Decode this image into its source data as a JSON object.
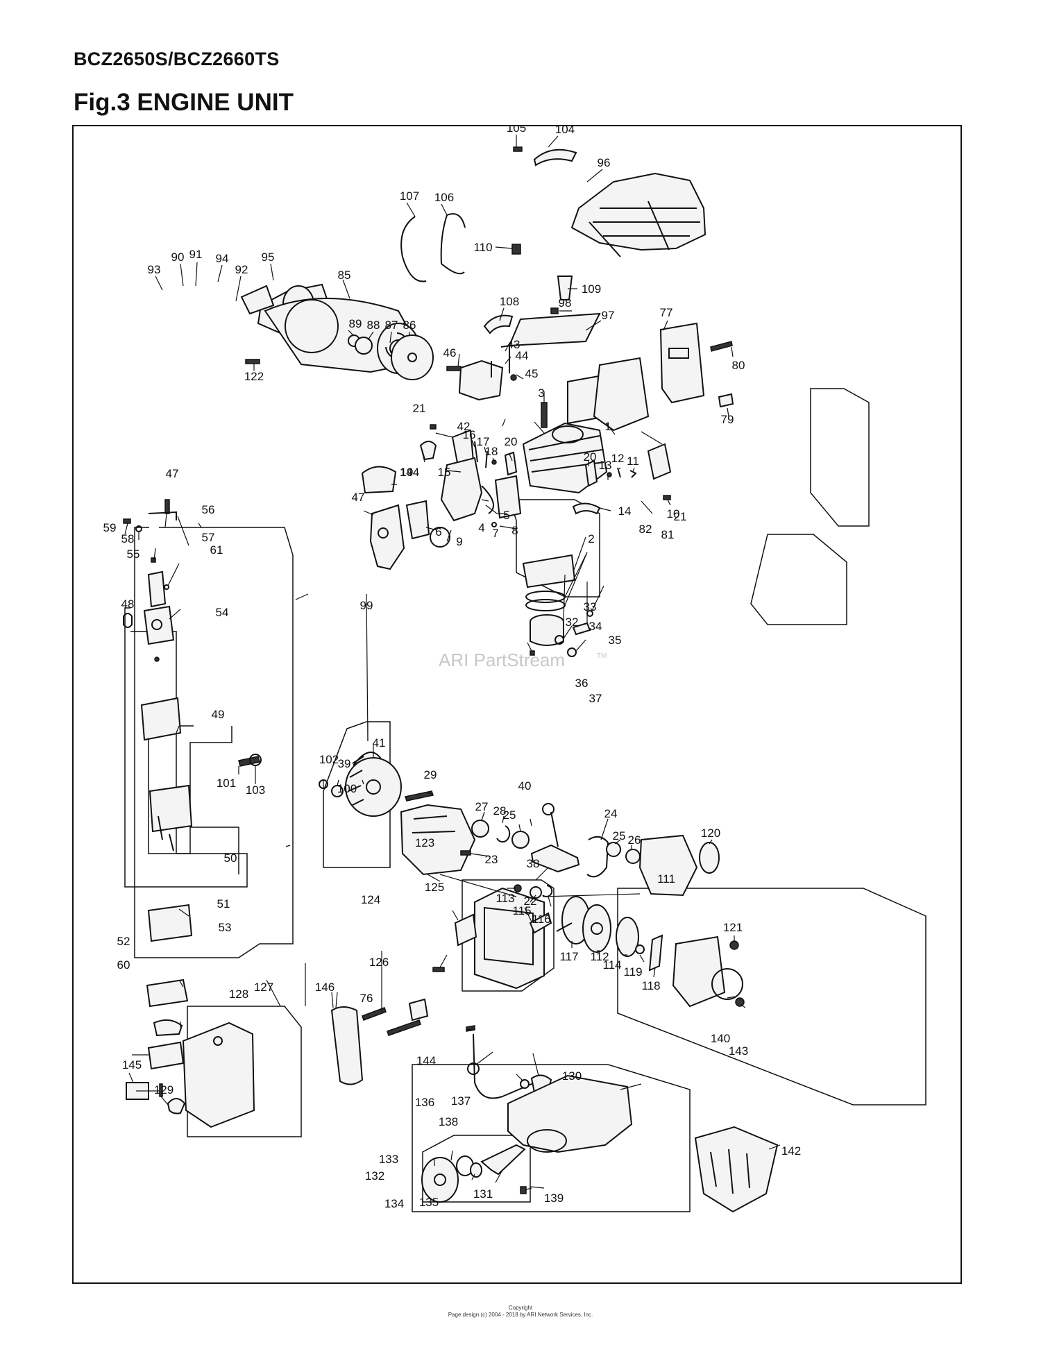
{
  "header": {
    "model": "BCZ2650S/BCZ2660TS",
    "figure_title": "Fig.3 ENGINE UNIT"
  },
  "watermark": {
    "text": "ARI PartStream",
    "trademark": "TM"
  },
  "callouts": [
    "1",
    "2",
    "3",
    "4",
    "5",
    "6",
    "7",
    "8",
    "9",
    "10",
    "11",
    "12",
    "13",
    "14",
    "15",
    "16",
    "17",
    "18",
    "19",
    "20",
    "20",
    "21",
    "21",
    "22",
    "23",
    "24",
    "25",
    "25",
    "26",
    "27",
    "28",
    "29",
    "32",
    "33",
    "34",
    "35",
    "36",
    "37",
    "38",
    "39",
    "40",
    "41",
    "42",
    "43",
    "44",
    "45",
    "46",
    "47",
    "47",
    "48",
    "49",
    "50",
    "51",
    "52",
    "53",
    "54",
    "55",
    "56",
    "57",
    "58",
    "59",
    "60",
    "61",
    "76",
    "77",
    "79",
    "80",
    "81",
    "82",
    "85",
    "86",
    "87",
    "88",
    "89",
    "90",
    "91",
    "92",
    "93",
    "94",
    "95",
    "96",
    "97",
    "98",
    "99",
    "100",
    "101",
    "102",
    "103",
    "104",
    "105",
    "106",
    "107",
    "108",
    "109",
    "110",
    "111",
    "112",
    "113",
    "114",
    "115",
    "116",
    "117",
    "118",
    "119",
    "120",
    "121",
    "122",
    "123",
    "124",
    "125",
    "126",
    "127",
    "128",
    "129",
    "130",
    "131",
    "132",
    "133",
    "134",
    "135",
    "136",
    "137",
    "138",
    "139",
    "140",
    "142",
    "143",
    "144",
    "144",
    "145",
    "146"
  ],
  "footer": {
    "line1": "Copyright",
    "line2": "Page design (c) 2004 - 2018 by ARI Network Services, Inc."
  }
}
